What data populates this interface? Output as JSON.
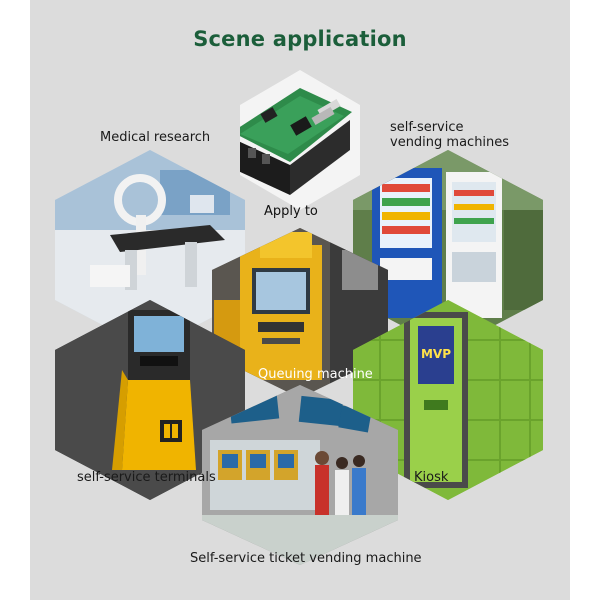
{
  "title": "Scene application",
  "scenes": {
    "center": {
      "label": "Apply to",
      "icon": "barcode-scanner-module-image"
    },
    "top_left": {
      "label": "Medical research",
      "icon": "medical-lab-equipment-image"
    },
    "top_right": {
      "label_line1": "self-service",
      "label_line2": "vending machines",
      "icon": "vending-machines-image"
    },
    "middle": {
      "label": "Queuing machine",
      "icon": "queuing-machine-image"
    },
    "bottom_left": {
      "label": "self-service terminals",
      "icon": "self-service-terminal-image"
    },
    "bottom_right": {
      "label": "Kiosk",
      "icon": "kiosk-image"
    },
    "bottom": {
      "label": "Self-service ticket vending machine",
      "icon": "ticket-vending-machine-image"
    }
  },
  "kiosk_screen_text": "MVP",
  "colors": {
    "title_green": "#1b5e3a",
    "panel_bg": "#dcdcdc",
    "kiosk_green": "#8bc43f",
    "terminal_yellow": "#f0b400",
    "vending_blue": "#1f56b8"
  }
}
